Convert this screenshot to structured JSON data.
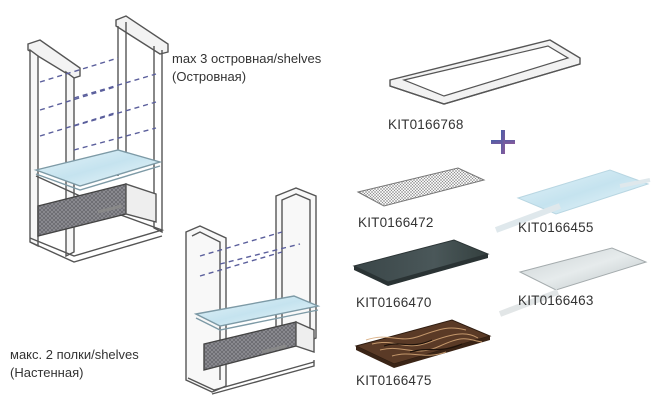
{
  "island": {
    "line1": "max 3 островная/shelves",
    "line2": "(Островная)"
  },
  "wall": {
    "line1": "макс. 2 полки/shelves",
    "line2": "(Настенная)"
  },
  "plus_sign": "+",
  "kits": {
    "frame": "KIT0166768",
    "mesh": "KIT0166472",
    "clear_glass": "KIT0166455",
    "dark_panel": "KIT0166470",
    "frosted_glass": "KIT0166463",
    "wood_panel": "KIT0166475"
  },
  "colors": {
    "frame_stroke": "#555555",
    "shelf_dash": "#5b5f9c",
    "glass_tint": "#cfe9f3",
    "dark_panel": "#3d4a4c",
    "wood": "#5a3a26",
    "plus_blue": "#4a5ea8",
    "plus_purple": "#8a5a9a"
  }
}
